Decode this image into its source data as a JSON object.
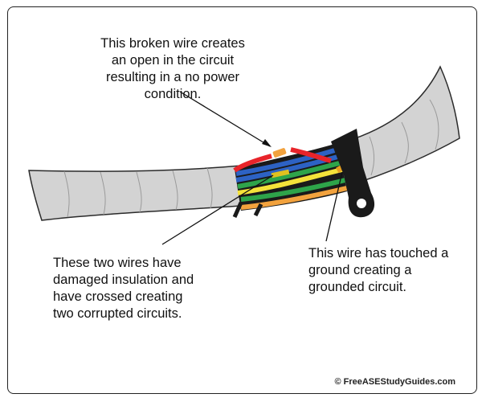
{
  "callouts": {
    "broken_wire": "This broken wire creates\nan open in the circuit\nresulting in a no power\ncondition.",
    "crossed_wires": "These two wires have\ndamaged insulation and\nhave crossed creating\ntwo corrupted circuits.",
    "grounded_wire": "This wire has touched a\nground creating a\ngrounded circuit."
  },
  "credit": "© FreeASEStudyGuides.com",
  "colors": {
    "harness": "#d3d3d3",
    "harness_outline": "#2b2b2b",
    "wire_red": "#e8242a",
    "wire_blue": "#2d62c4",
    "wire_green": "#2ea44a",
    "wire_yellow": "#f4e23a",
    "wire_orange": "#f2a23d",
    "bracket": "#1a1a1a"
  },
  "icons": [
    "harness-tube",
    "ground-bracket",
    "arrow-line"
  ]
}
